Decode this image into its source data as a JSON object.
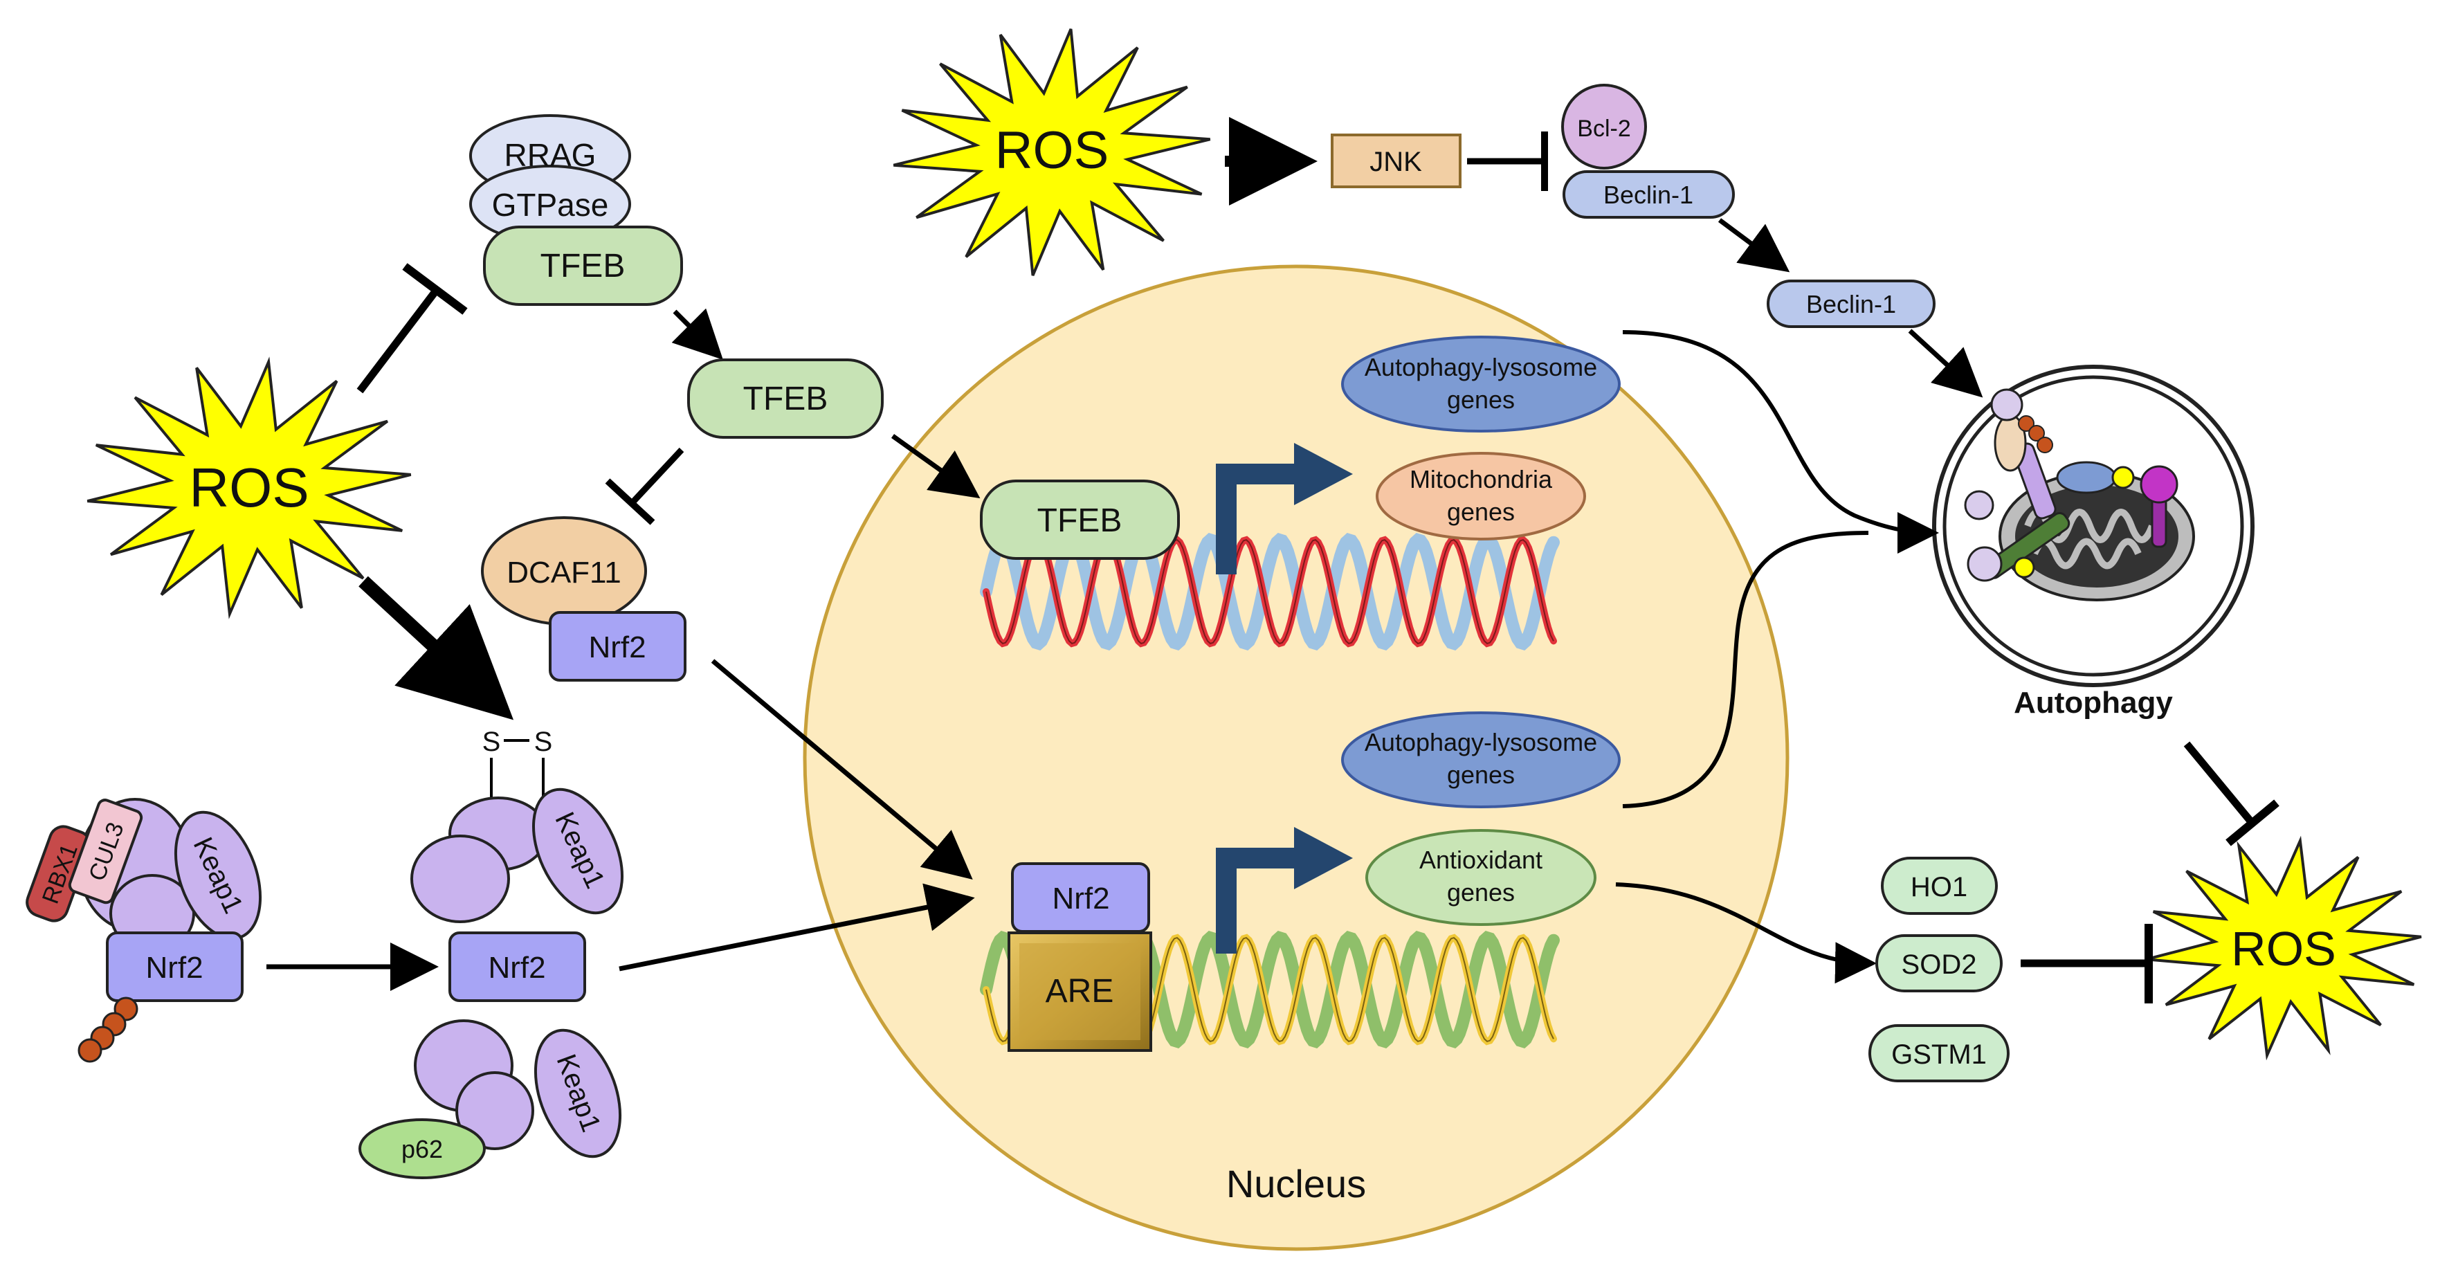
{
  "labels": {
    "ros": "ROS",
    "rrag": "RRAG",
    "gtpase": "GTPase",
    "tfeb": "TFEB",
    "dcaf11": "DCAF11",
    "nrf2": "Nrf2",
    "keap1": "Keap1",
    "rbx1": "RBX1",
    "cul3": "CUL3",
    "p62": "p62",
    "disulfide_s": "S",
    "jnk": "JNK",
    "bcl2": "Bcl-2",
    "beclin1": "Beclin-1",
    "autophagy_lysosome": "Autophagy-lysosome",
    "genes": "genes",
    "mitochondria": "Mitochondria",
    "antioxidant": "Antioxidant",
    "are": "ARE",
    "nucleus": "Nucleus",
    "autophagy": "Autophagy",
    "ho1": "HO1",
    "sod2": "SOD2",
    "gstm1": "GSTM1"
  },
  "colors": {
    "ros_fill": "#ffff00",
    "nucleus_fill": "#fdebbf",
    "nucleus_stroke": "#c8a03a",
    "tfeb_fill": "#c7e3b5",
    "nrf2_fill": "#a7a4f5",
    "keap1_fill": "#c9b3ee",
    "gene_blue": "#7d9bd3",
    "gene_peach": "#f6c6a4",
    "gene_green": "#c9e5b6",
    "dna_red": "#e2323a",
    "dna_blue": "#9ec3e3",
    "dna_green": "#8fbf6a",
    "dna_yellow": "#f0c838",
    "are_fill": "#c9a23a",
    "jnk_fill": "#f2cfa4",
    "bcl2_fill": "#d9b6e3",
    "beclin_fill": "#b9c8ec",
    "tss_arrow": "#24466e",
    "enzyme_fill": "#cdeccd"
  }
}
